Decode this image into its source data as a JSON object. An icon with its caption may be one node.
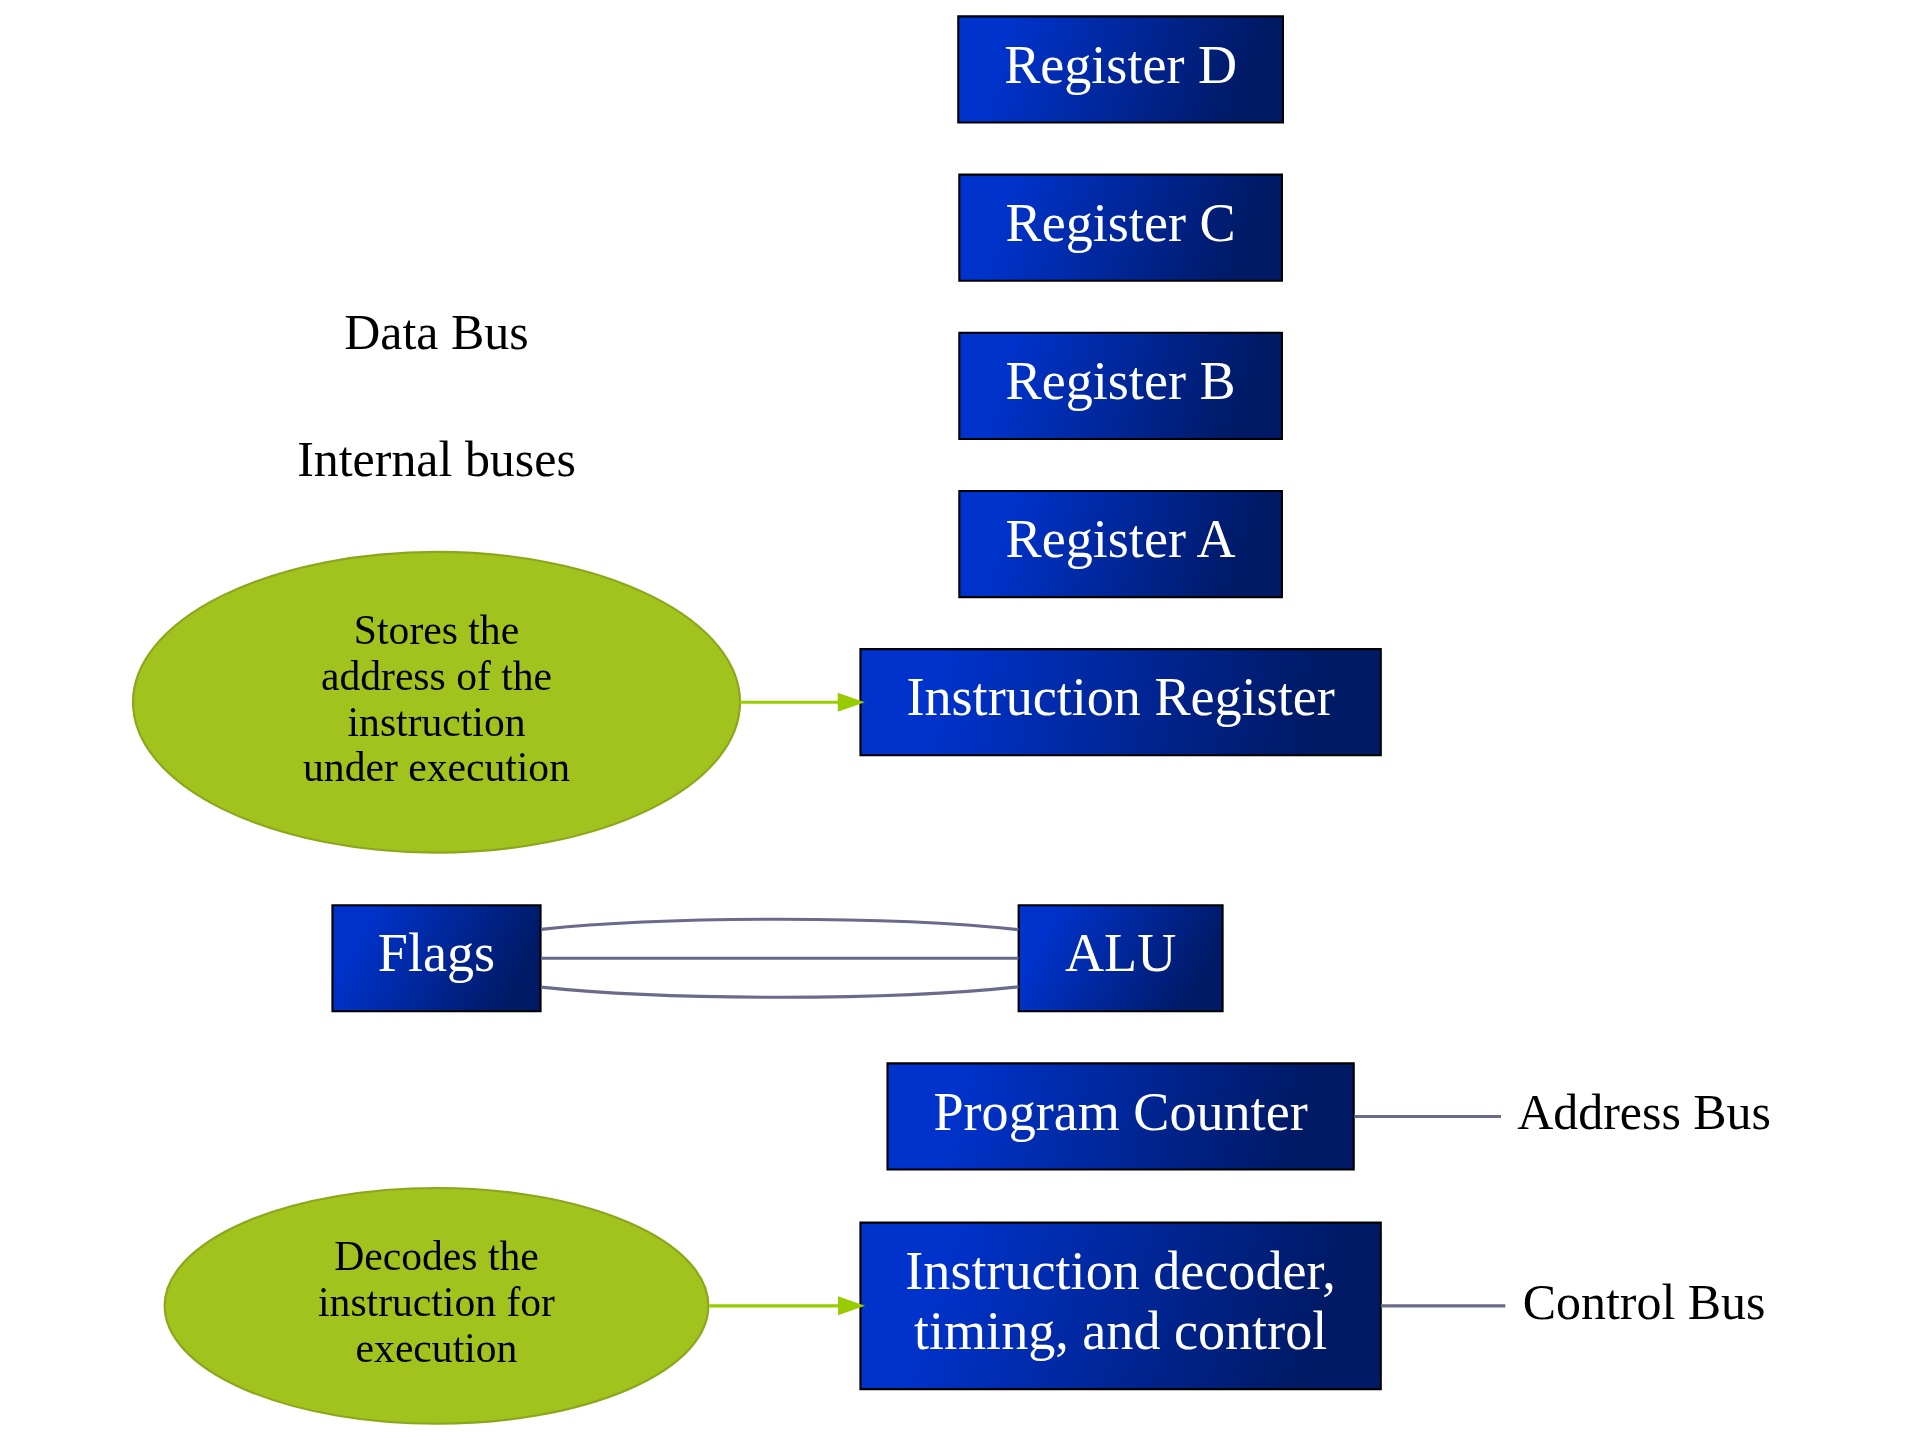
{
  "diagram": {
    "nodes": [
      {
        "text": [
          "Decodes the instruction for execution"
        ]
      },
      {
        "text": [
          "Program Counter"
        ]
      },
      {
        "text": [
          "Flags"
        ]
      },
      {
        "text": [
          "ALU"
        ]
      },
      {
        "text": [
          "Instruction Register"
        ]
      },
      {
        "text": [
          "Instruction decoder, timing, and control"
        ]
      },
      {
        "text": [
          "Stores the address of the instruction under execution"
        ]
      },
      {
        "text": [
          "Register A"
        ]
      },
      {
        "text": [
          "Register B"
        ]
      },
      {
        "text": [
          "Register C"
        ]
      },
      {
        "text": [
          "Register D"
        ]
      },
      {
        "text": [
          "Address Bus"
        ]
      },
      {
        "text": [
          "Control Bus"
        ]
      }
    ],
    "edges": [
      {
        "from": 2,
        "to": 3,
        "arrow": "none"
      },
      {
        "from": 2,
        "to": 3,
        "arrow": "none"
      },
      {
        "from": 2,
        "to": 3,
        "arrow": "none"
      },
      {
        "from": 1,
        "to": 11,
        "arrow": "none"
      },
      {
        "from": 5,
        "to": 12,
        "arrow": "none"
      },
      {
        "from": 0,
        "to": 5,
        "arrow": "to",
        "color": "#99cc00"
      },
      {
        "from": 6,
        "to": 4,
        "arrow": "to",
        "color": "#99cc00"
      }
    ],
    "labels": [
      "Internal buses",
      "Data Bus"
    ]
  }
}
